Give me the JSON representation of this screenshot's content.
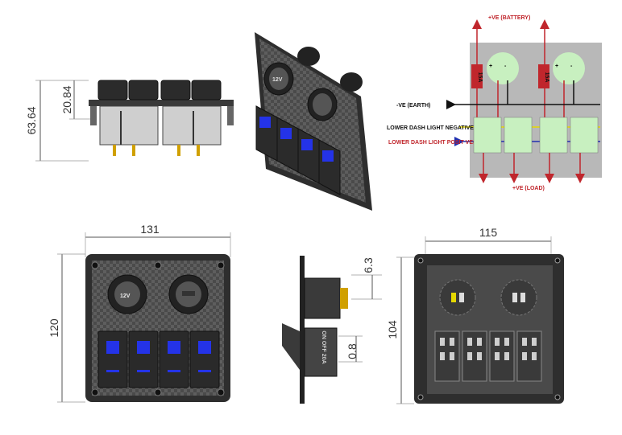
{
  "dimensions": {
    "side_height": "63.64",
    "side_inner_height": "20.84",
    "front_width": "131",
    "front_height": "120",
    "profile_depth": "6.3",
    "profile_thickness": "0.8",
    "back_width": "115",
    "back_height": "104"
  },
  "wiring": {
    "battery_label": "+VE (BATTERY)",
    "earth_label": "-VE (EARTH)",
    "negative_label": "LOWER DASH LIGHT NEGATIVE(-)",
    "positive_label": "LOWER DASH LIGHT POSIT VE(+)",
    "load_label": "+VE (LOAD)",
    "fuse_label": "15A",
    "plus_sign": "+",
    "minus_sign": "-"
  },
  "panel": {
    "socket_label": "12V"
  },
  "profile": {
    "rocker_markings": "ON OFF 20A"
  },
  "colors": {
    "battery_red": "#c0262c",
    "rocker_blue": "#2433e8",
    "panel_dark": "#3a3a3a",
    "earth_black": "#111111",
    "neg_yellow": "#e5d800",
    "pos_blue": "#2030b0",
    "terminal_green": "#c8f0c0"
  }
}
